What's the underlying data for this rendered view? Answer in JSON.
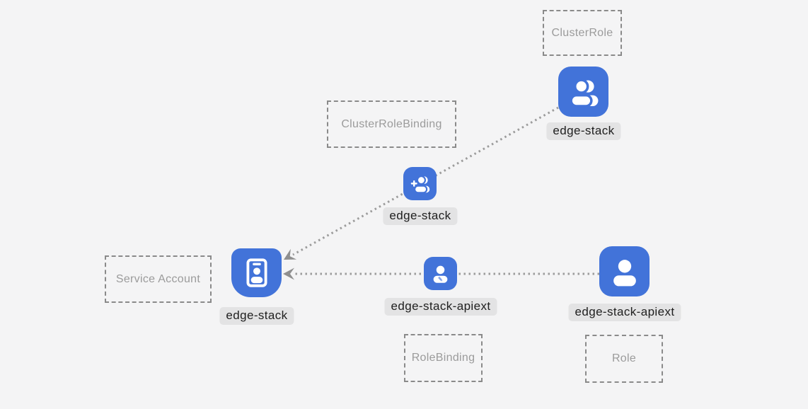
{
  "diagram": {
    "title": "kubernetes-rbac-diagram",
    "colors": {
      "background": "#f4f4f5",
      "tile_blue": "#4273D9",
      "glyph_white": "#ffffff",
      "label_bg": "#e3e3e4",
      "label_text": "#202020",
      "type_box_border": "#8a8a8a",
      "type_box_text": "#9b9b9b",
      "edge_gray": "#9c9c9c"
    },
    "type_boxes": {
      "clusterrole": "ClusterRole",
      "clusterrolebinding": "ClusterRoleBinding",
      "serviceaccount": "Service Account",
      "rolebinding": "RoleBinding",
      "role": "Role"
    },
    "nodes": {
      "clusterrole": {
        "label": "edge-stack",
        "icon": "users-icon",
        "type": "ClusterRole"
      },
      "clusterrolebinding": {
        "label": "edge-stack",
        "icon": "user-plus-icon",
        "type": "ClusterRoleBinding"
      },
      "serviceaccount": {
        "label": "edge-stack",
        "icon": "id-badge-icon",
        "type": "Service Account"
      },
      "rolebinding": {
        "label": "edge-stack-apiext",
        "icon": "user-edit-icon",
        "type": "RoleBinding"
      },
      "role": {
        "label": "edge-stack-apiext",
        "icon": "user-icon",
        "type": "Role"
      }
    },
    "edges": [
      {
        "from": "clusterrole",
        "through": "clusterrolebinding",
        "to": "serviceaccount",
        "style": "dotted",
        "arrow": "into-serviceaccount"
      },
      {
        "from": "role",
        "through": "rolebinding",
        "to": "serviceaccount",
        "style": "dotted",
        "arrow": "into-serviceaccount"
      }
    ]
  }
}
